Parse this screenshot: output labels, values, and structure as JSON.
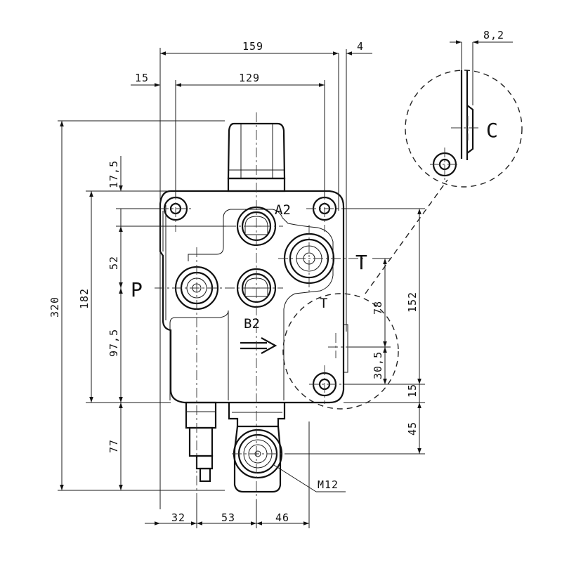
{
  "dimensions": {
    "d159": "159",
    "d4": "4",
    "d15_top": "15",
    "d129": "129",
    "d8_2": "8,2",
    "d320": "320",
    "d182": "182",
    "d17_5": "17,5",
    "d52": "52",
    "d97_5": "97,5",
    "d77": "77",
    "d152": "152",
    "d78": "78",
    "d30_5": "30,5",
    "d15_right": "15",
    "d45": "45",
    "d32": "32",
    "d53": "53",
    "d46": "46"
  },
  "ports": {
    "a2": "A2",
    "b2": "B2",
    "p": "P",
    "t_right": "T",
    "t_lower": "T",
    "m12": "M12"
  },
  "detail": {
    "label": "C"
  }
}
